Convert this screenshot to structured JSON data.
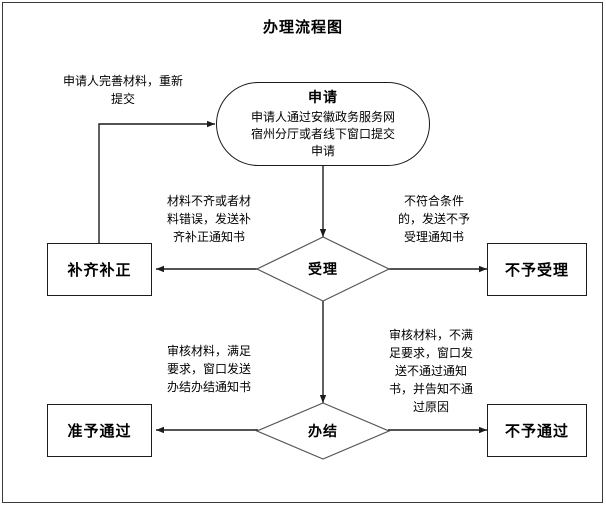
{
  "page": {
    "title": "办理流程图",
    "border_color": "#3a3a3a",
    "line_color": "#1c1c1c",
    "background": "#ffffff"
  },
  "nodes": {
    "apply": {
      "shape": "rounded-rectangle",
      "title": "申请",
      "body": "申请人通过安徽政务服务网\n宿州分厅或者线下窗口提交\n申请"
    },
    "accept": {
      "shape": "diamond",
      "label": "受理"
    },
    "supplement": {
      "shape": "rectangle",
      "label": "补齐补正"
    },
    "reject_accept": {
      "shape": "rectangle",
      "label": "不予受理"
    },
    "complete": {
      "shape": "diamond",
      "label": "办结"
    },
    "approved": {
      "shape": "rectangle",
      "label": "准予通过"
    },
    "not_approved": {
      "shape": "rectangle",
      "label": "不予通过"
    }
  },
  "edge_labels": {
    "resubmit": "申请人完善材料，重新提交",
    "supplement_notice": "材料不齐或者材\n料错误，发送补\n齐补正通知书",
    "reject_accept_notice": "不符合条件\n的，发送不予\n受理通知书",
    "complete_notice": "审核材料，满足\n要求，窗口发送\n办结办结通知书",
    "not_approved_notice": "审核材料，不满\n足要求，窗口发\n送不通过通知\n书，并告知不通\n过原因"
  },
  "chart_data": {
    "type": "diagram",
    "title": "办理流程图",
    "nodes": [
      {
        "id": "apply",
        "label": "申请",
        "shape": "rounded-rectangle"
      },
      {
        "id": "accept",
        "label": "受理",
        "shape": "diamond"
      },
      {
        "id": "supplement",
        "label": "补齐补正",
        "shape": "rectangle"
      },
      {
        "id": "reject_accept",
        "label": "不予受理",
        "shape": "rectangle"
      },
      {
        "id": "complete",
        "label": "办结",
        "shape": "diamond"
      },
      {
        "id": "approved",
        "label": "准予通过",
        "shape": "rectangle"
      },
      {
        "id": "not_approved",
        "label": "不予通过",
        "shape": "rectangle"
      }
    ],
    "edges": [
      {
        "from": "apply",
        "to": "accept",
        "label": ""
      },
      {
        "from": "accept",
        "to": "supplement",
        "label": "材料不齐或者材料错误，发送补齐补正通知书"
      },
      {
        "from": "accept",
        "to": "reject_accept",
        "label": "不符合条件的，发送不予受理通知书"
      },
      {
        "from": "supplement",
        "to": "apply",
        "label": "申请人完善材料，重新提交"
      },
      {
        "from": "accept",
        "to": "complete",
        "label": ""
      },
      {
        "from": "complete",
        "to": "approved",
        "label": "审核材料，满足要求，窗口发送办结办结通知书"
      },
      {
        "from": "complete",
        "to": "not_approved",
        "label": "审核材料，不满足要求，窗口发送不通过通知书，并告知不通过原因"
      }
    ]
  }
}
